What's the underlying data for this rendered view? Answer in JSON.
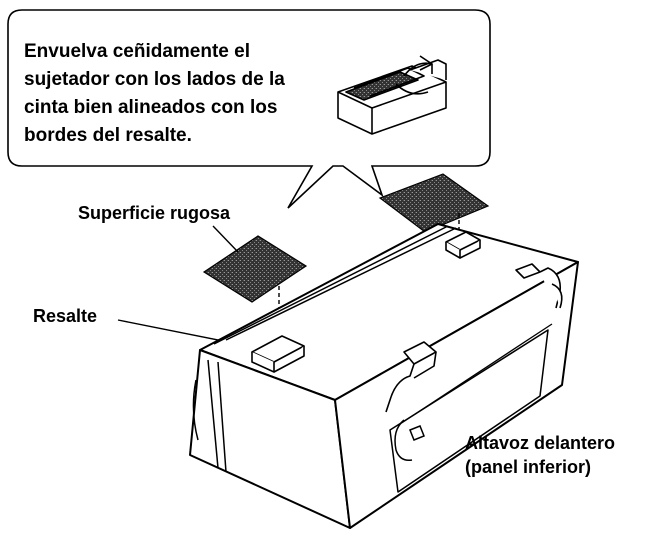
{
  "callout": {
    "lines": [
      "Envuelva ceñidamente el",
      "sujetador con los lados de la",
      "cinta bien alineados con los",
      "bordes del resalte."
    ]
  },
  "labels": {
    "rough_surface": "Superficie rugosa",
    "ridge": "Resalte",
    "speaker_line1": "Altavoz delantero",
    "speaker_line2": "(panel inferior)"
  }
}
